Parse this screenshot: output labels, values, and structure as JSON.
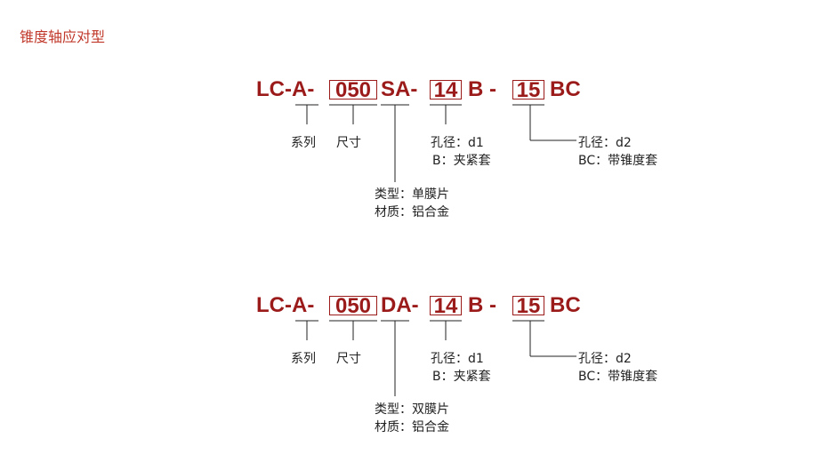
{
  "title": "锥度轴应对型",
  "colors": {
    "accent": "#9b1b1b",
    "title": "#c0392b",
    "text": "#222222"
  },
  "models": [
    {
      "code": {
        "prefix": "LC-A-",
        "size": "050",
        "type": "SA-",
        "d1": "14",
        "sep": "B -",
        "d2": "15",
        "suffix": "BC"
      },
      "labels": {
        "series": "系列",
        "size": "尺寸",
        "d1": "孔径：d1",
        "d1_note": "B：夹紧套",
        "d2": "孔径：d2",
        "d2_note": "BC：带锥度套",
        "type": "类型：单膜片",
        "material": "材质：铝合金"
      }
    },
    {
      "code": {
        "prefix": "LC-A-",
        "size": "050",
        "type": "DA-",
        "d1": "14",
        "sep": "B -",
        "d2": "15",
        "suffix": "BC"
      },
      "labels": {
        "series": "系列",
        "size": "尺寸",
        "d1": "孔径：d1",
        "d1_note": "B：夹紧套",
        "d2": "孔径：d2",
        "d2_note": "BC：带锥度套",
        "type": "类型：双膜片",
        "material": "材质：铝合金"
      }
    }
  ]
}
